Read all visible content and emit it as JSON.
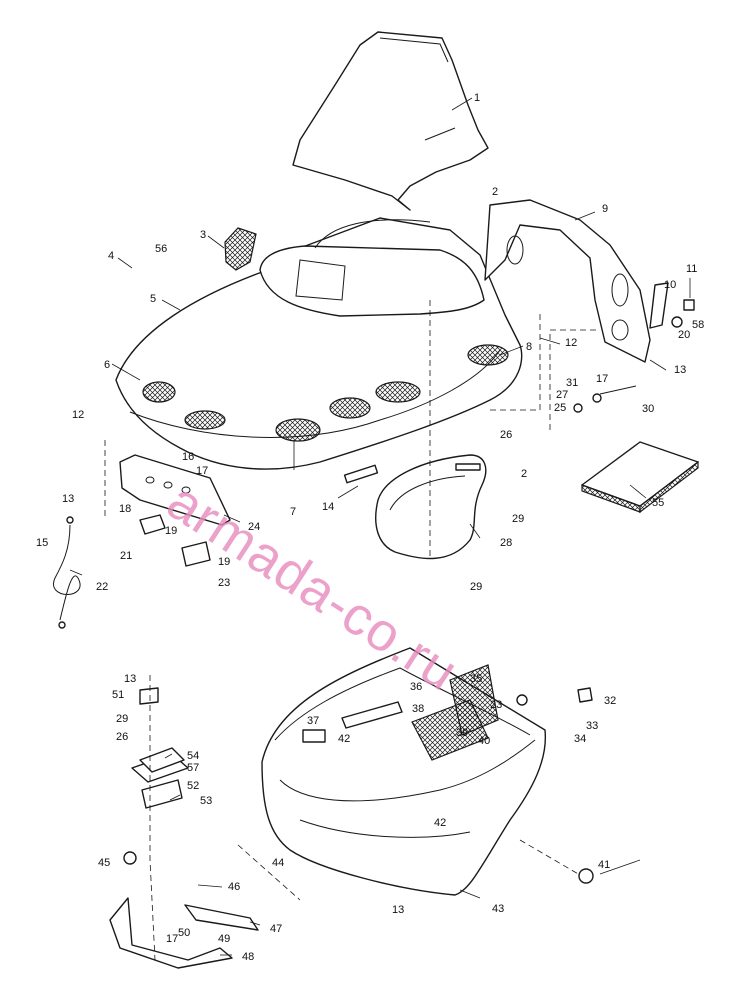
{
  "watermark": "armada-co.ru",
  "colors": {
    "line": "#1a1a1a",
    "watermark": "#e88abd",
    "background": "#ffffff"
  },
  "callouts": [
    {
      "id": "c1",
      "label": "1"
    },
    {
      "id": "c2a",
      "label": "2"
    },
    {
      "id": "c2b",
      "label": "2"
    },
    {
      "id": "c3",
      "label": "3"
    },
    {
      "id": "c4",
      "label": "4"
    },
    {
      "id": "c5",
      "label": "5"
    },
    {
      "id": "c6",
      "label": "6"
    },
    {
      "id": "c7",
      "label": "7"
    },
    {
      "id": "c8",
      "label": "8"
    },
    {
      "id": "c9",
      "label": "9"
    },
    {
      "id": "c10",
      "label": "10"
    },
    {
      "id": "c11",
      "label": "11"
    },
    {
      "id": "c12a",
      "label": "12"
    },
    {
      "id": "c12b",
      "label": "12"
    },
    {
      "id": "c13a",
      "label": "13"
    },
    {
      "id": "c13b",
      "label": "13"
    },
    {
      "id": "c13c",
      "label": "13"
    },
    {
      "id": "c13d",
      "label": "13"
    },
    {
      "id": "c14",
      "label": "14"
    },
    {
      "id": "c15",
      "label": "15"
    },
    {
      "id": "c16",
      "label": "16"
    },
    {
      "id": "c17a",
      "label": "17"
    },
    {
      "id": "c17b",
      "label": "17"
    },
    {
      "id": "c17c",
      "label": "17"
    },
    {
      "id": "c18",
      "label": "18"
    },
    {
      "id": "c19a",
      "label": "19"
    },
    {
      "id": "c19b",
      "label": "19"
    },
    {
      "id": "c20",
      "label": "20"
    },
    {
      "id": "c21",
      "label": "21"
    },
    {
      "id": "c22",
      "label": "22"
    },
    {
      "id": "c23a",
      "label": "23"
    },
    {
      "id": "c23b",
      "label": "23"
    },
    {
      "id": "c24",
      "label": "24"
    },
    {
      "id": "c25",
      "label": "25"
    },
    {
      "id": "c26a",
      "label": "26"
    },
    {
      "id": "c26b",
      "label": "26"
    },
    {
      "id": "c27",
      "label": "27"
    },
    {
      "id": "c28",
      "label": "28"
    },
    {
      "id": "c29a",
      "label": "29"
    },
    {
      "id": "c29b",
      "label": "29"
    },
    {
      "id": "c29c",
      "label": "29"
    },
    {
      "id": "c30",
      "label": "30"
    },
    {
      "id": "c31",
      "label": "31"
    },
    {
      "id": "c32",
      "label": "32"
    },
    {
      "id": "c33",
      "label": "33"
    },
    {
      "id": "c34",
      "label": "34"
    },
    {
      "id": "c35",
      "label": "35"
    },
    {
      "id": "c36",
      "label": "36"
    },
    {
      "id": "c37",
      "label": "37"
    },
    {
      "id": "c38",
      "label": "38"
    },
    {
      "id": "c39",
      "label": "39"
    },
    {
      "id": "c40",
      "label": "40"
    },
    {
      "id": "c41",
      "label": "41"
    },
    {
      "id": "c42a",
      "label": "42"
    },
    {
      "id": "c42b",
      "label": "42"
    },
    {
      "id": "c43",
      "label": "43"
    },
    {
      "id": "c44",
      "label": "44"
    },
    {
      "id": "c45",
      "label": "45"
    },
    {
      "id": "c46",
      "label": "46"
    },
    {
      "id": "c47",
      "label": "47"
    },
    {
      "id": "c48",
      "label": "48"
    },
    {
      "id": "c49",
      "label": "49"
    },
    {
      "id": "c50",
      "label": "50"
    },
    {
      "id": "c51",
      "label": "51"
    },
    {
      "id": "c52",
      "label": "52"
    },
    {
      "id": "c53",
      "label": "53"
    },
    {
      "id": "c54",
      "label": "54"
    },
    {
      "id": "c55",
      "label": "55"
    },
    {
      "id": "c56",
      "label": "56"
    },
    {
      "id": "c57",
      "label": "57"
    },
    {
      "id": "c58",
      "label": "58"
    }
  ]
}
